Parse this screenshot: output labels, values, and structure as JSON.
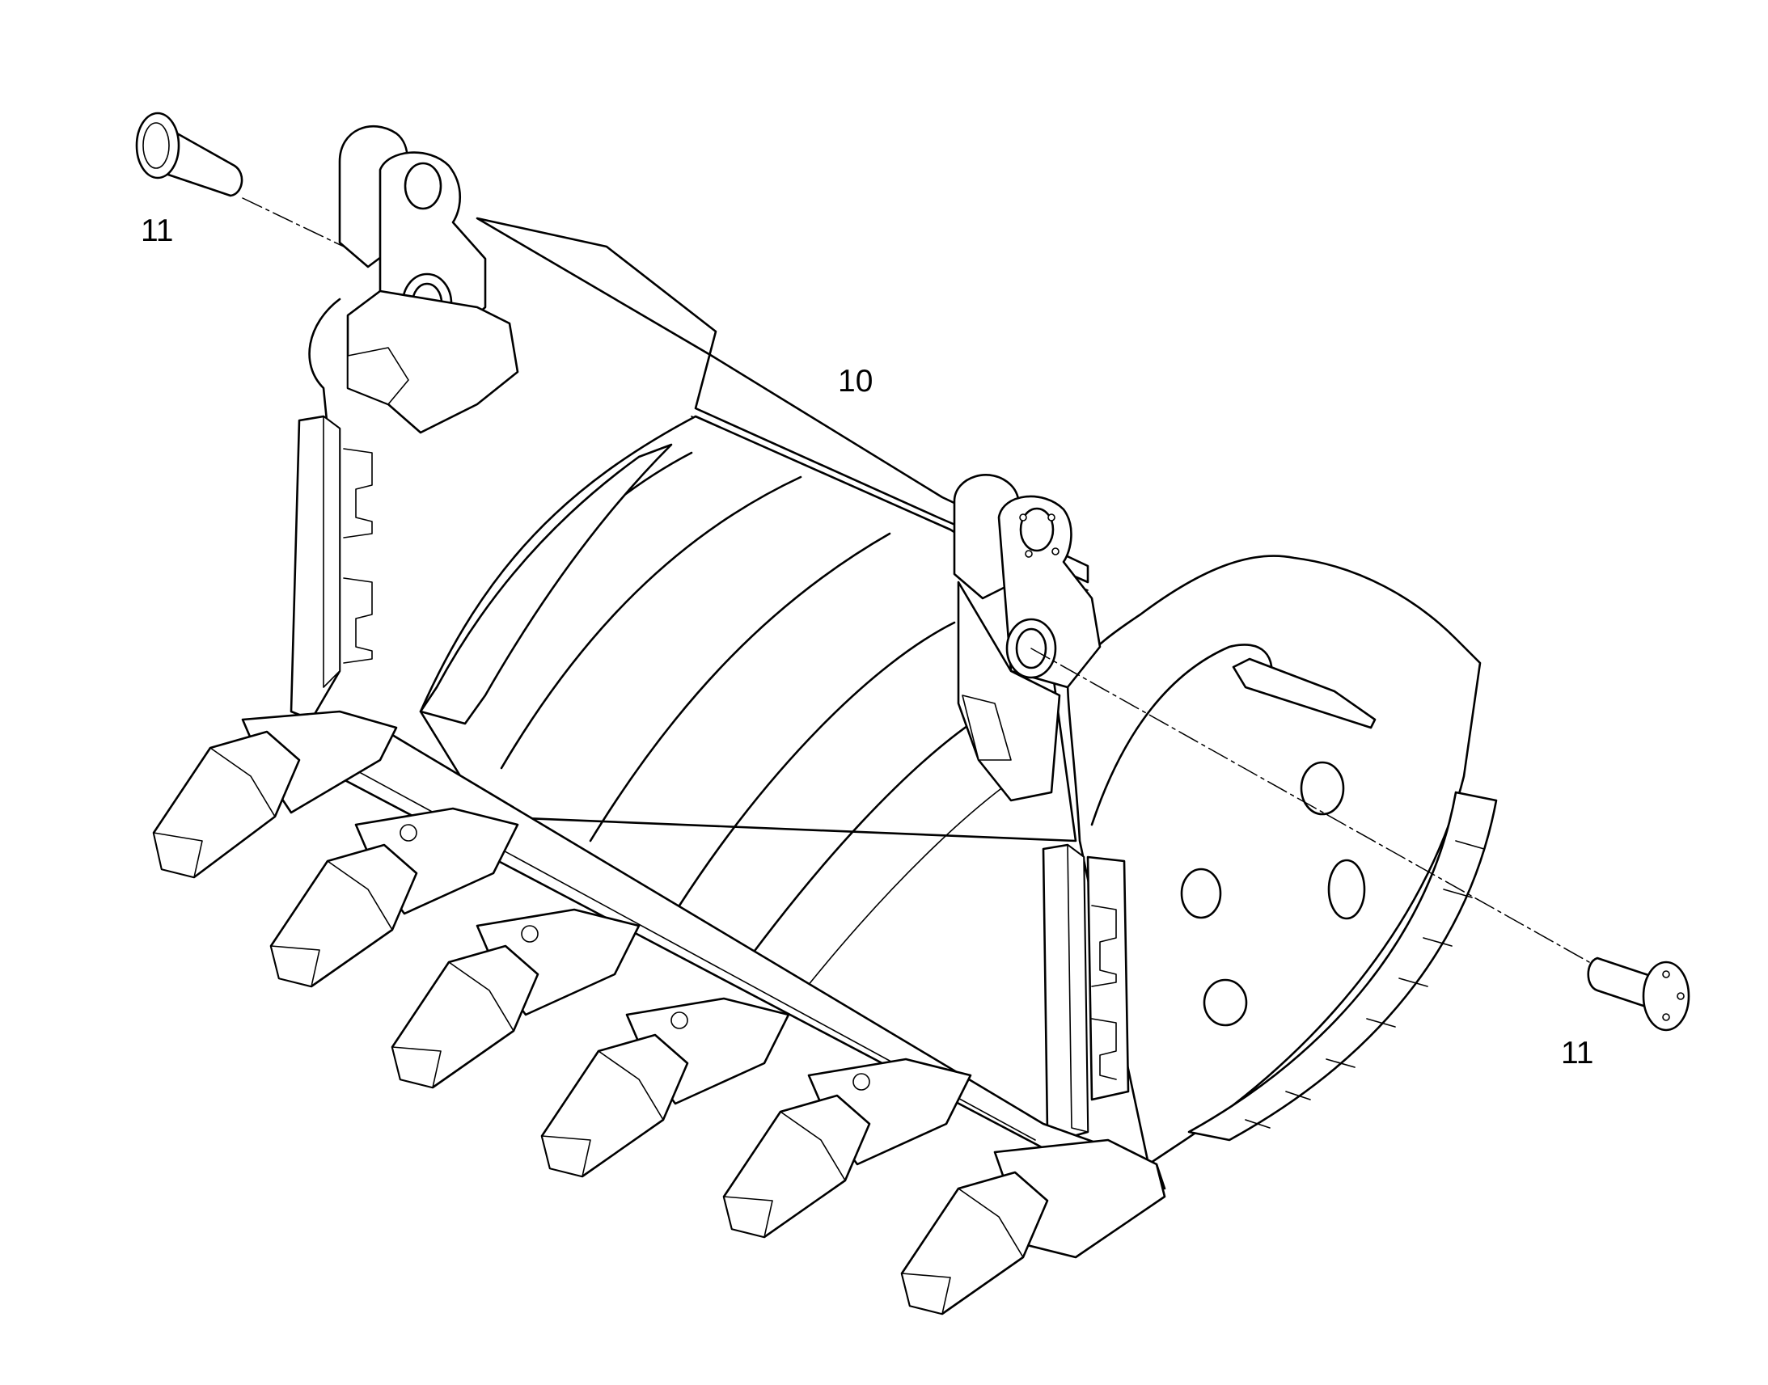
{
  "callouts": {
    "bucket": "10",
    "pin_left": "11",
    "pin_right": "11"
  },
  "colors": {
    "line": "#000000",
    "background": "#ffffff"
  }
}
